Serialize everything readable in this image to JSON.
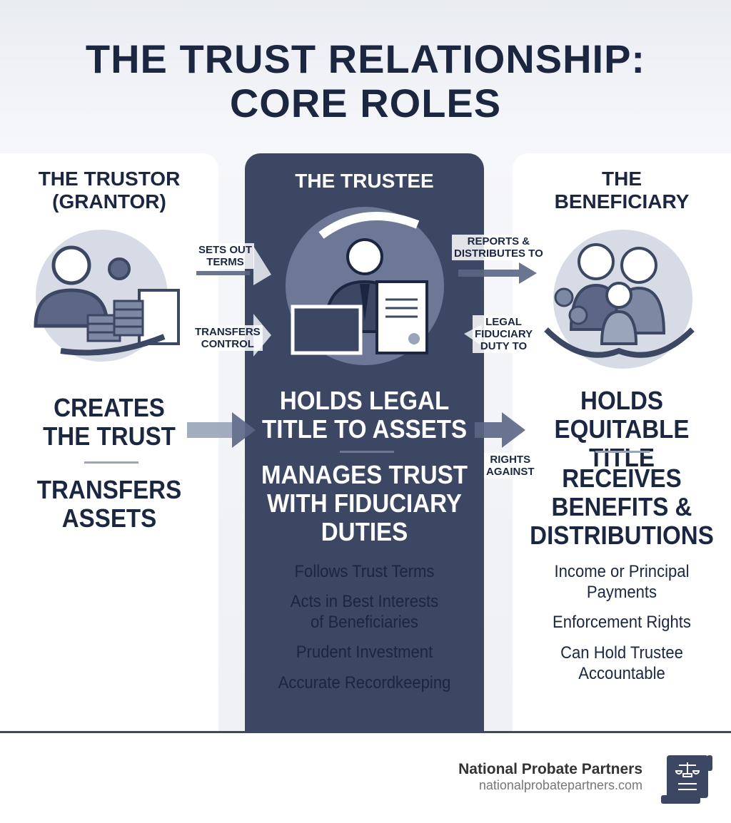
{
  "title": {
    "line1": "THE TRUST RELATIONSHIP:",
    "line2": "CORE ROLES"
  },
  "trustor": {
    "heading1": "THE TRUSTOR",
    "heading2": "(GRANTOR)",
    "role1": [
      "CREATES",
      "THE TRUST"
    ],
    "role2": [
      "TRANSFERS",
      "ASSETS"
    ],
    "icon": "person-with-coins-and-document-icon"
  },
  "trustee": {
    "heading": "THE TRUSTEE",
    "role1": [
      "HOLDS LEGAL",
      "TITLE TO ASSETS"
    ],
    "role2": [
      "MANAGES TRUST",
      "WITH FIDUCIARY",
      "DUTIES"
    ],
    "duties": [
      [
        "Follows Trust Terms"
      ],
      [
        "Acts in Best Interests",
        "of Beneficiaries"
      ],
      [
        "Prudent Investment"
      ],
      [
        "Accurate Recordkeeping"
      ]
    ],
    "icon": "trustee-with-chest-and-scroll-icon"
  },
  "beneficiary": {
    "heading1": "THE",
    "heading2": "BENEFICIARY",
    "role1": [
      "HOLDS",
      "EQUITABLE TITLE"
    ],
    "role2": [
      "RECEIVES",
      "BENEFITS &",
      "DISTRIBUTIONS"
    ],
    "benefits": [
      [
        "Income or Principal",
        "Payments"
      ],
      [
        "Enforcement Rights"
      ],
      [
        "Can Hold Trustee",
        "Accountable"
      ]
    ],
    "icon": "family-in-hands-icon"
  },
  "arrows": {
    "sets_out_terms": [
      "SETS OUT",
      "TERMS"
    ],
    "transfers_control": [
      "TRANSFERS",
      "CONTROL"
    ],
    "reports": [
      "REPORTS &",
      "DISTRIBUTES TO"
    ],
    "legal_duty": [
      "LEGAL",
      "FIDUCIARY",
      "DUTY TO"
    ],
    "rights_against": [
      "RIGHTS",
      "AGAINST"
    ]
  },
  "footer": {
    "company": "National Probate Partners",
    "website": "nationalprobatepartners.com",
    "logo": "scroll-with-scales-icon"
  },
  "colors": {
    "navy": "#1b2740",
    "panel": "#3b4763",
    "accent": "#5b6785"
  }
}
